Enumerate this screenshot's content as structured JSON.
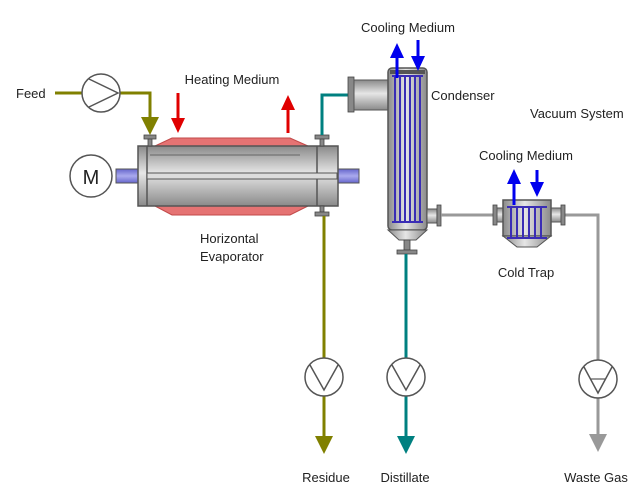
{
  "labels": {
    "feed": "Feed",
    "heating_medium": "Heating Medium",
    "cooling_medium_condenser": "Cooling Medium",
    "condenser": "Condenser",
    "vacuum_system": "Vacuum System",
    "cooling_medium_trap": "Cooling Medium",
    "evaporator_line1": "Horizontal",
    "evaporator_line2": "Evaporator",
    "cold_trap": "Cold Trap",
    "residue": "Residue",
    "distillate": "Distillate",
    "waste_gas": "Waste Gas",
    "motor": "M"
  },
  "colors": {
    "feed_line": "#808000",
    "distillate_line": "#008080",
    "gas_line": "#999999",
    "heating_arrow": "#e00000",
    "cooling_arrow": "#0000ee",
    "heating_jacket": "#e57373",
    "coil": "#3a2db5",
    "motor_shaft": "#7777dd"
  },
  "icons": [
    "pump-icon",
    "motor-icon",
    "vacuum-pump-icon"
  ]
}
